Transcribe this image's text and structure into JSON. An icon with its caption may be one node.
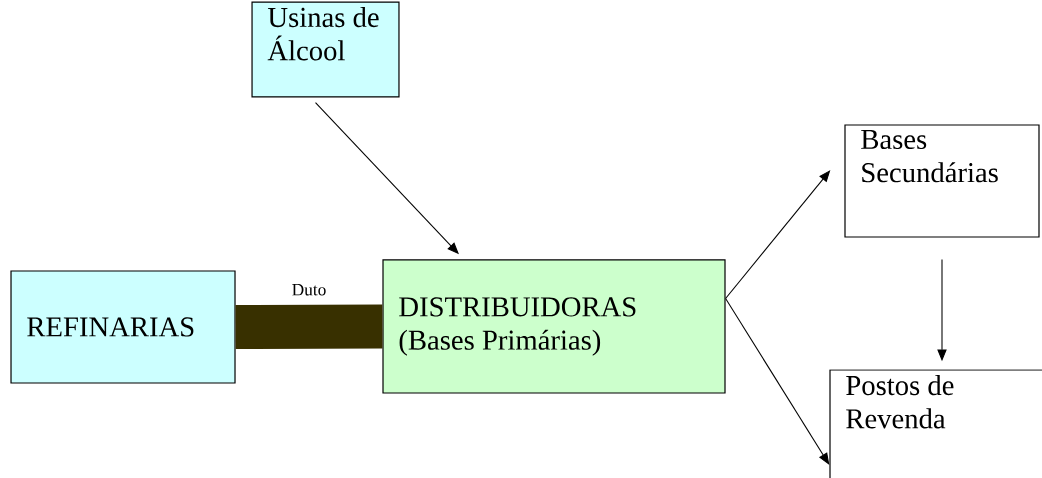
{
  "diagram": {
    "nodes": [
      {
        "text": [
          "Usinas de Álcool"
        ]
      },
      {
        "text": [
          "REFINARIAS"
        ]
      },
      {
        "text": [
          "DISTRIBUIDORAS (Bases Primárias)"
        ]
      },
      {
        "text": [
          "Bases Secundárias"
        ]
      },
      {
        "text": [
          "Postos de Revenda"
        ]
      }
    ],
    "edges": [
      {
        "from": 0,
        "to": 2,
        "arrow": "to"
      },
      {
        "from": 1,
        "to": 2,
        "arrow": "none",
        "label": "Duto",
        "style": "thick",
        "color": "#383000"
      },
      {
        "from": 2,
        "to": 3,
        "arrow": "to"
      },
      {
        "from": 2,
        "to": 4,
        "arrow": "to"
      },
      {
        "from": 3,
        "to": 4,
        "arrow": "to"
      }
    ]
  }
}
